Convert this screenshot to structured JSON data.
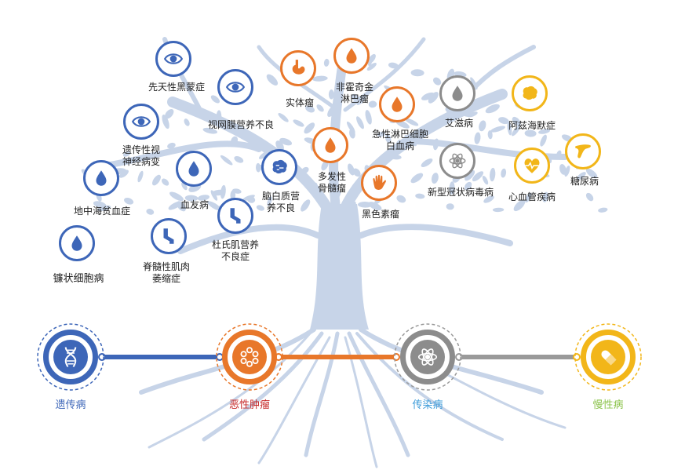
{
  "colors": {
    "genetic": "#3d66b8",
    "tumor": "#e8772a",
    "infectious": "#8c8c8c",
    "chronic": "#f2b619",
    "tree": "#c7d4e8"
  },
  "categories": [
    {
      "label": "遗传病",
      "icon": "dna-icon",
      "color": "#3d66b8"
    },
    {
      "label": "恶性肿瘤",
      "icon": "cell-cluster-icon",
      "color": "#e8772a"
    },
    {
      "label": "传染病",
      "icon": "atom-icon",
      "color": "#8c8c8c"
    },
    {
      "label": "慢性病",
      "icon": "capsule-icon",
      "color": "#f2b619"
    }
  ],
  "diseases": {
    "genetic": [
      {
        "label": "先天性黑蒙症",
        "icon": "eye-icon"
      },
      {
        "label": "视网膜营养不良",
        "icon": "eye-icon"
      },
      {
        "label": "遗传性视\n神经病变",
        "icon": "eye-icon"
      },
      {
        "label": "地中海贫血症",
        "icon": "blood-drop-icon"
      },
      {
        "label": "血友病",
        "icon": "blood-drop-icon"
      },
      {
        "label": "脑白质营\n养不良",
        "icon": "brain-icon"
      },
      {
        "label": "镰状细胞病",
        "icon": "blood-drop-icon"
      },
      {
        "label": "脊髓性肌肉\n萎缩症",
        "icon": "leg-icon"
      },
      {
        "label": "杜氏肌营养\n不良症",
        "icon": "leg-icon"
      }
    ],
    "tumor": [
      {
        "label": "实体瘤",
        "icon": "stomach-icon"
      },
      {
        "label": "非霍奇金\n淋巴瘤",
        "icon": "blood-drop-icon"
      },
      {
        "label": "急性淋巴细胞\n白血病",
        "icon": "blood-drop-icon"
      },
      {
        "label": "多发性\n骨髓瘤",
        "icon": "blood-drop-icon"
      },
      {
        "label": "黑色素瘤",
        "icon": "hand-icon"
      }
    ],
    "infectious": [
      {
        "label": "艾滋病",
        "icon": "blood-drop-icon"
      },
      {
        "label": "新型冠状病毒病",
        "icon": "atom-icon"
      }
    ],
    "chronic": [
      {
        "label": "阿兹海默症",
        "icon": "brain-icon"
      },
      {
        "label": "心血管疾病",
        "icon": "heart-icon"
      },
      {
        "label": "糖尿病",
        "icon": "pancreas-icon"
      }
    ]
  }
}
